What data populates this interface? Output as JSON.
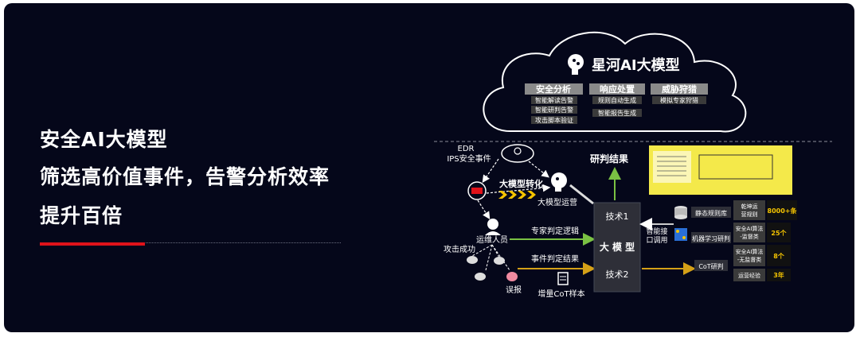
{
  "headline": {
    "line1": "安全AI大模型",
    "line2": "筛选高价值事件，告警分析效率",
    "line3": "提升百倍"
  },
  "cloud": {
    "title": "星河AI大模型",
    "categories": [
      {
        "title": "安全分析",
        "items": [
          "智能解读告警",
          "智能研判告警",
          "攻击脚本验证"
        ]
      },
      {
        "title": "响应处置",
        "items": [
          "规则自动生成",
          "智能报告生成"
        ]
      },
      {
        "title": "威胁狩猎",
        "items": [
          "模拟专家狩猎"
        ]
      }
    ]
  },
  "flow": {
    "source_label_1": "EDR",
    "source_label_2": "IPS安全事件",
    "transform_label": "大模型转化",
    "ops_ai_label": "大模型运营",
    "research_result": "研判结果",
    "operator_label": "运维人员",
    "attack_success": "攻击成功",
    "false_alarm": "误报",
    "expert_logic": "专家判定逻辑",
    "event_result": "事件判定结果",
    "cot_samples": "增量CoT样本",
    "smart_interface": "智能接口调用"
  },
  "center": {
    "tech1": "技术1",
    "title": "大 模 型",
    "tech2": "技术2"
  },
  "modules": [
    "静态规则库",
    "机器学习研判",
    "CoT研判"
  ],
  "stats": [
    {
      "label": "乾坤运营规则",
      "value": "8000+条"
    },
    {
      "label": "安全AI算法-监督类",
      "value": "25个"
    },
    {
      "label": "安全AI算法-无监督类",
      "value": "8个"
    },
    {
      "label": "运营经验",
      "value": "3年"
    }
  ],
  "colors": {
    "background": "#05071a",
    "accent_red": "#e0121a",
    "arrow_green": "#7ac143",
    "arrow_gold": "#d4a017",
    "chevron_yellow": "#f5c400",
    "stat_value": "#f5c400",
    "doc_panel": "#f4e94a"
  }
}
